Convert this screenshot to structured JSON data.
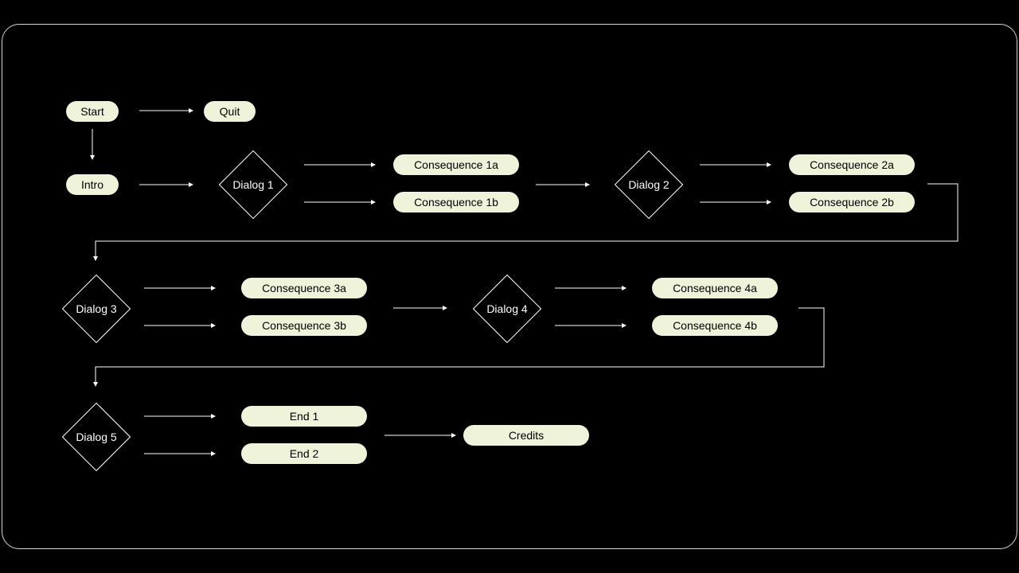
{
  "colors": {
    "background": "#000000",
    "node_fill": "#eef3d9",
    "line": "#ffffff",
    "frame": "#d6d6cc"
  },
  "nodes": {
    "start": "Start",
    "quit": "Quit",
    "intro": "Intro",
    "dialog1": "Dialog 1",
    "c1a": "Consequence 1a",
    "c1b": "Consequence 1b",
    "dialog2": "Dialog 2",
    "c2a": "Consequence 2a",
    "c2b": "Consequence 2b",
    "dialog3": "Dialog 3",
    "c3a": "Consequence 3a",
    "c3b": "Consequence 3b",
    "dialog4": "Dialog 4",
    "c4a": "Consequence 4a",
    "c4b": "Consequence 4b",
    "dialog5": "Dialog 5",
    "end1": "End 1",
    "end2": "End 2",
    "credits": "Credits"
  },
  "edges": [
    [
      "start",
      "quit"
    ],
    [
      "start",
      "intro"
    ],
    [
      "intro",
      "dialog1"
    ],
    [
      "dialog1",
      "c1a"
    ],
    [
      "dialog1",
      "c1b"
    ],
    [
      "c1b",
      "dialog2"
    ],
    [
      "dialog2",
      "c2a"
    ],
    [
      "dialog2",
      "c2b"
    ],
    [
      "c2b",
      "dialog3"
    ],
    [
      "dialog3",
      "c3a"
    ],
    [
      "dialog3",
      "c3b"
    ],
    [
      "c3b",
      "dialog4"
    ],
    [
      "dialog4",
      "c4a"
    ],
    [
      "dialog4",
      "c4b"
    ],
    [
      "c4b",
      "dialog5"
    ],
    [
      "dialog5",
      "end1"
    ],
    [
      "dialog5",
      "end2"
    ],
    [
      "end1",
      "credits"
    ]
  ]
}
